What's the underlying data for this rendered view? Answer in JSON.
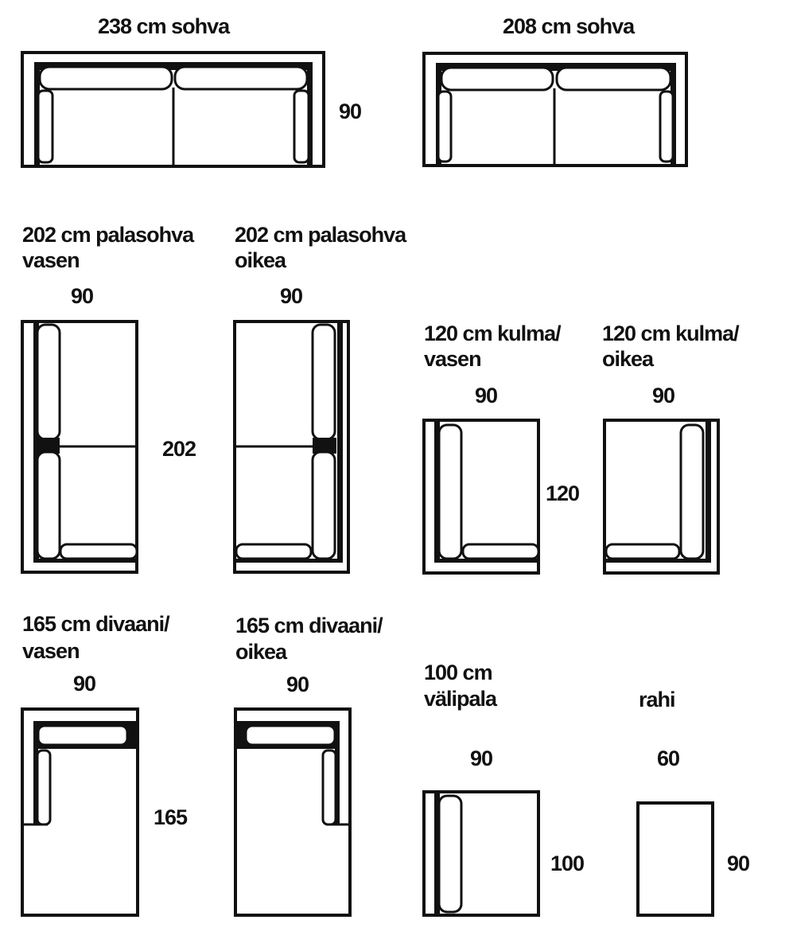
{
  "pieces": [
    {
      "title": [
        "238 cm sohva"
      ],
      "depth": "90"
    },
    {
      "title": [
        "208 cm sohva"
      ]
    },
    {
      "title": [
        "202 cm palasohva",
        "vasen"
      ],
      "width": "90",
      "length": "202"
    },
    {
      "title": [
        "202 cm palasohva",
        "oikea"
      ],
      "width": "90"
    },
    {
      "title": [
        "120 cm kulma/",
        "vasen"
      ],
      "width": "90",
      "length": "120"
    },
    {
      "title": [
        "120 cm kulma/",
        "oikea"
      ],
      "width": "90"
    },
    {
      "title": [
        "165 cm divaani/",
        "vasen"
      ],
      "width": "90",
      "length": "165"
    },
    {
      "title": [
        "165 cm divaani/",
        "oikea"
      ],
      "width": "90"
    },
    {
      "title": [
        "100 cm",
        "välipala"
      ],
      "width": "90",
      "length": "100"
    },
    {
      "title": [
        "rahi"
      ],
      "width": "60",
      "length": "90"
    }
  ]
}
